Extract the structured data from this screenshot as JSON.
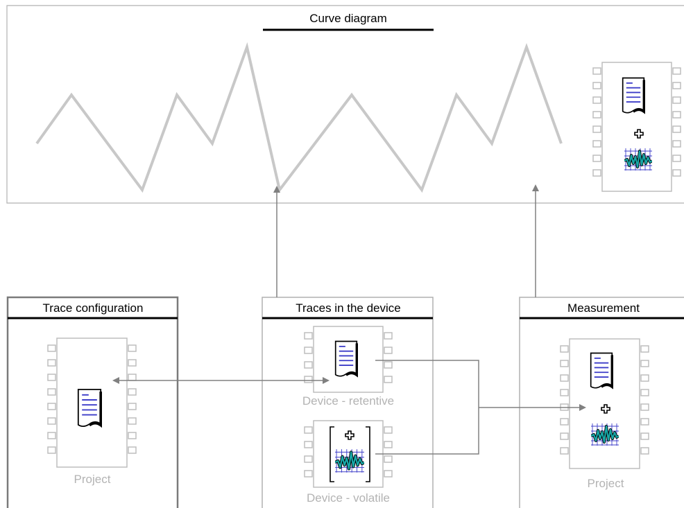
{
  "curve_diagram": {
    "title": "Curve diagram"
  },
  "panels": {
    "trace_configuration": {
      "title": "Trace configuration",
      "chip_label": "Project"
    },
    "traces_in_device": {
      "title": "Traces in the device",
      "retentive_label": "Device - retentive",
      "volatile_label": "Device - volatile"
    },
    "measurement": {
      "title": "Measurement",
      "chip_label": "Project"
    }
  },
  "colors": {
    "curve": "#c8c8c8",
    "frame_light": "#b0b0b0",
    "frame_dark": "#7a7a7a",
    "arrow": "#808080",
    "document_lines": "#3c3cc8",
    "waveform": "#18a8a8",
    "grid": "#3c3cc8"
  },
  "icons": [
    "document-icon",
    "plus-icon",
    "waveform-icon",
    "chip-icon"
  ]
}
